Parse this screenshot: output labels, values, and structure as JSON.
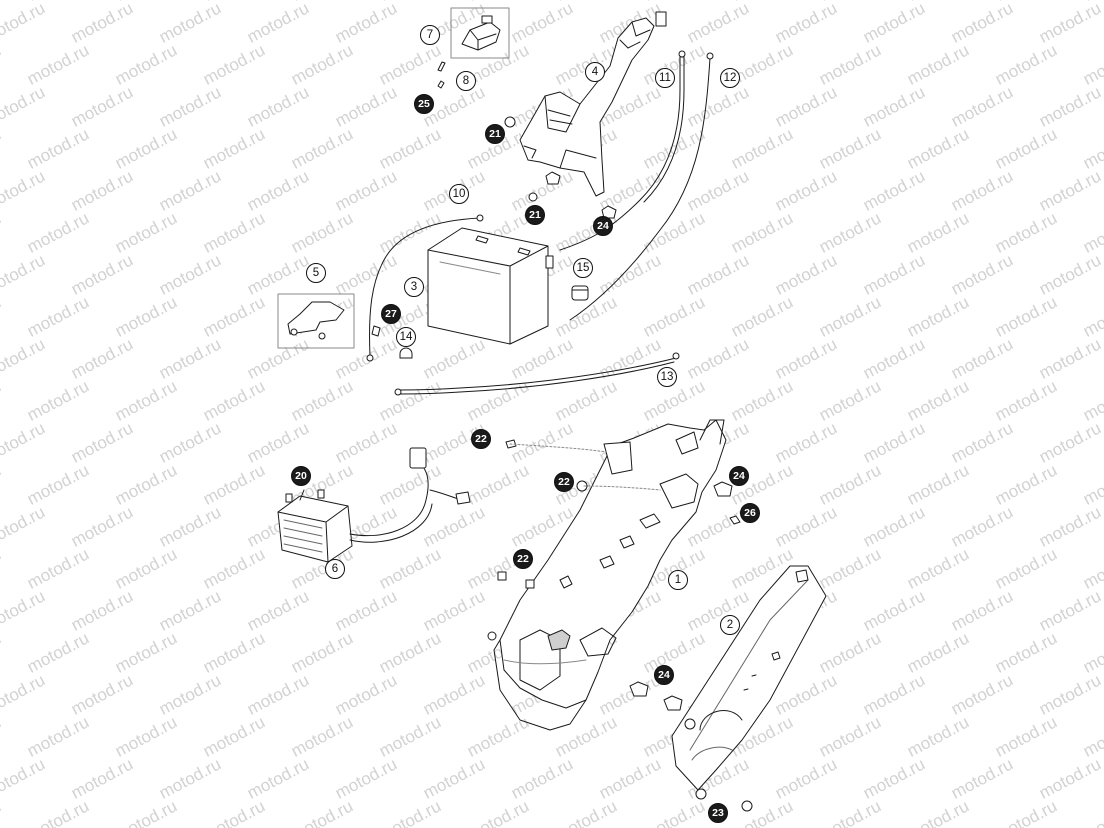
{
  "watermark": {
    "text": "motod.ru",
    "color": "#d2d2d2"
  },
  "colors": {
    "line": "#1a1a1a",
    "fill": "#ffffff",
    "shade": "#cfcfcf"
  },
  "parts": [
    {
      "id": "p1",
      "label": "1",
      "shape": "circle"
    },
    {
      "id": "p2",
      "label": "2",
      "shape": "circle"
    },
    {
      "id": "p3",
      "label": "3",
      "shape": "circle"
    },
    {
      "id": "p4",
      "label": "4",
      "shape": "circle"
    },
    {
      "id": "p5",
      "label": "5",
      "shape": "circle"
    },
    {
      "id": "p6",
      "label": "6",
      "shape": "circle"
    },
    {
      "id": "p7",
      "label": "7",
      "shape": "circle"
    },
    {
      "id": "p8",
      "label": "8",
      "shape": "circle"
    },
    {
      "id": "p10",
      "label": "10",
      "shape": "circle"
    },
    {
      "id": "p11",
      "label": "11",
      "shape": "circle"
    },
    {
      "id": "p12",
      "label": "12",
      "shape": "circle"
    },
    {
      "id": "p13",
      "label": "13",
      "shape": "circle"
    },
    {
      "id": "p14",
      "label": "14",
      "shape": "circle"
    },
    {
      "id": "p15",
      "label": "15",
      "shape": "circle"
    },
    {
      "id": "p20",
      "label": "20",
      "shape": "circle-dark"
    },
    {
      "id": "p21a",
      "label": "21",
      "shape": "circle-dark"
    },
    {
      "id": "p21b",
      "label": "21",
      "shape": "circle-dark"
    },
    {
      "id": "p22a",
      "label": "22",
      "shape": "circle-dark"
    },
    {
      "id": "p22b",
      "label": "22",
      "shape": "circle-dark"
    },
    {
      "id": "p22c",
      "label": "22",
      "shape": "circle-dark"
    },
    {
      "id": "p23",
      "label": "23",
      "shape": "circle-dark"
    },
    {
      "id": "p24a",
      "label": "24",
      "shape": "circle-dark"
    },
    {
      "id": "p24b",
      "label": "24",
      "shape": "circle-dark"
    },
    {
      "id": "p24c",
      "label": "24",
      "shape": "circle-dark"
    },
    {
      "id": "p25",
      "label": "25",
      "shape": "circle-dark"
    },
    {
      "id": "p26",
      "label": "26",
      "shape": "circle-dark"
    },
    {
      "id": "p27",
      "label": "27",
      "shape": "circle-dark"
    }
  ]
}
